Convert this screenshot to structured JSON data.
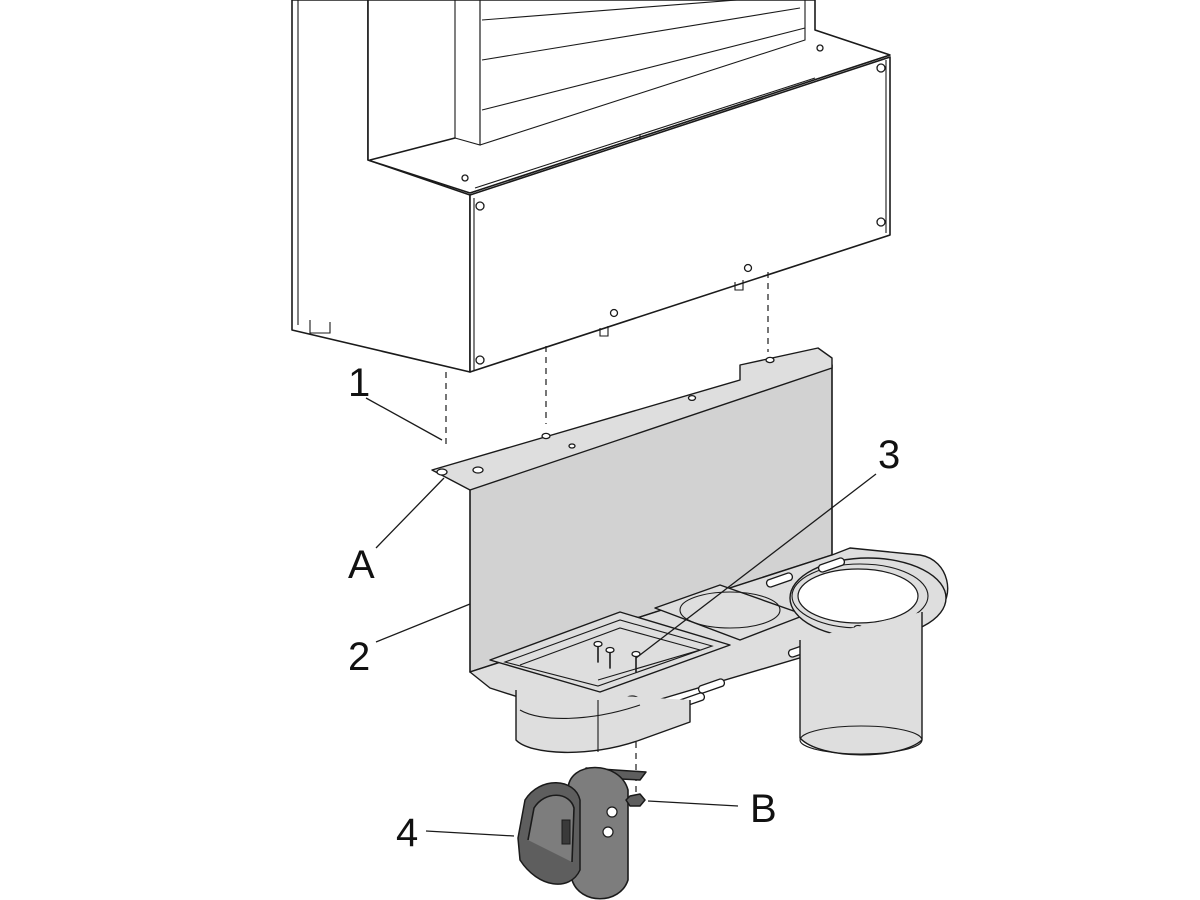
{
  "diagram": {
    "callouts": {
      "c1": "1",
      "c2": "2",
      "c3": "3",
      "c4": "4",
      "cA": "A",
      "cB": "B"
    }
  }
}
